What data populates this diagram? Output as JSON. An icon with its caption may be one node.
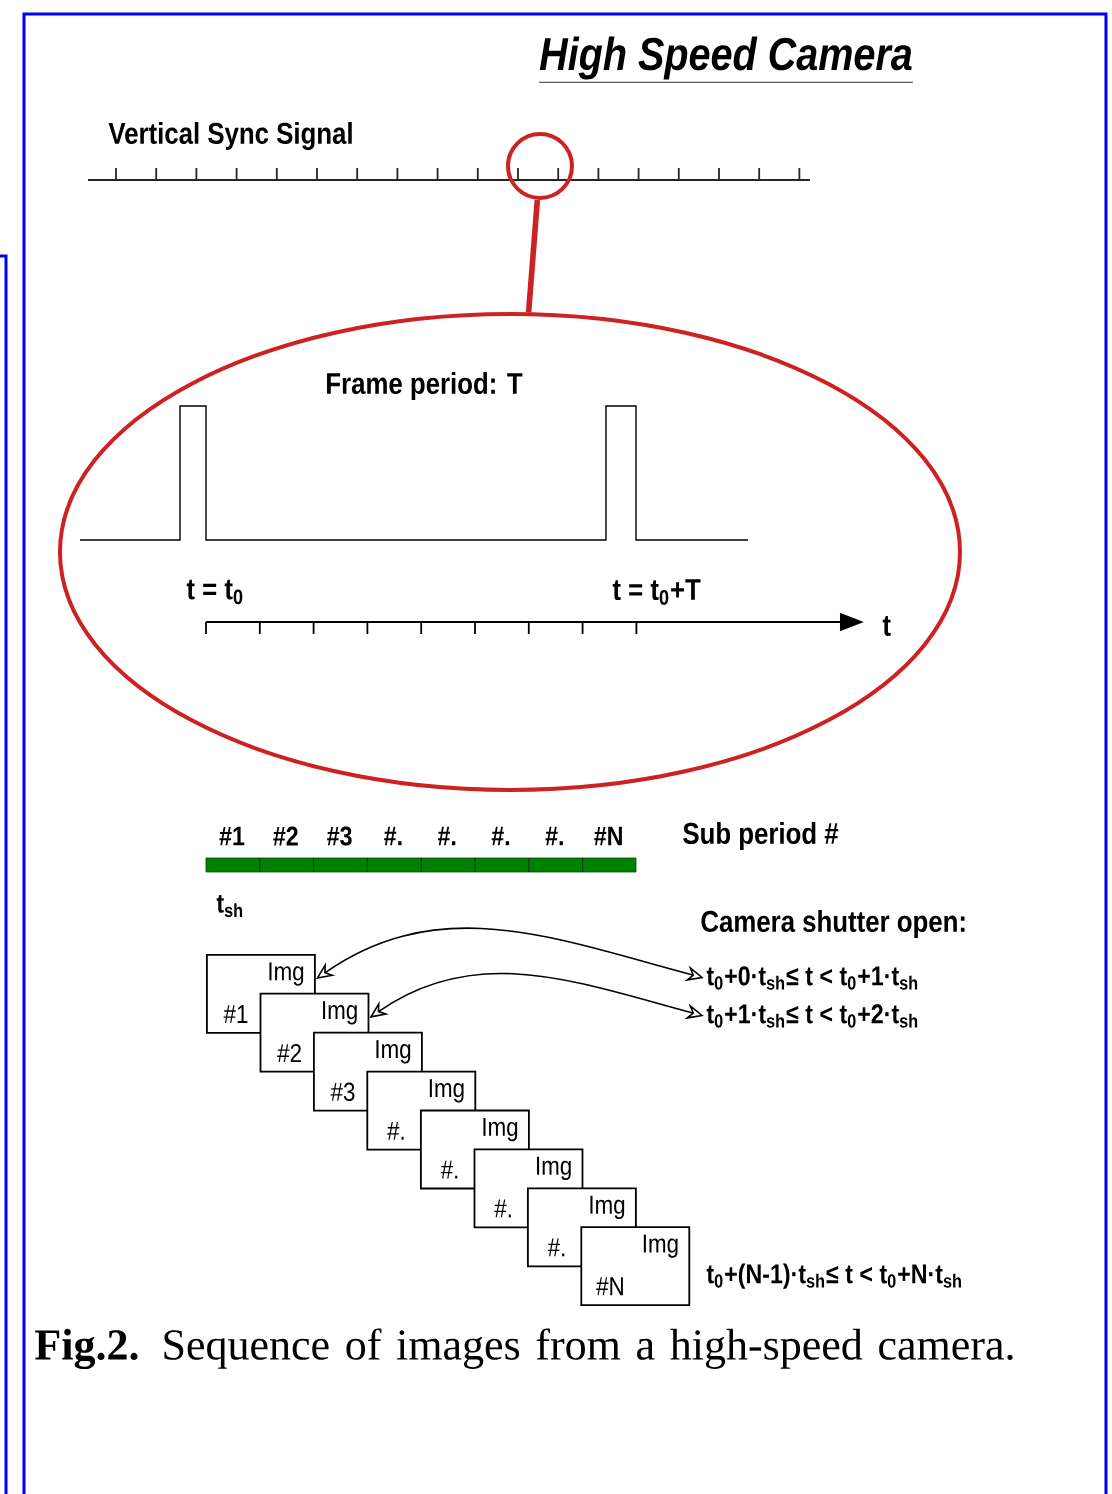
{
  "diagram": {
    "title": "High Speed Camera",
    "caption": "**Fig.2.** Sequence of images from a high-speed camera.",
    "nodes": [
      {
        "text": [],
        "shape": "circle"
      },
      {
        "text": [
          "Frame period: T",
          "t = t$_{0}$",
          "t = t$_{0}$+T",
          "t"
        ]
      },
      {
        "text": [
          "Img",
          "#1"
        ]
      },
      {
        "text": [
          "Img",
          "#2"
        ]
      },
      {
        "text": [
          "Img",
          "#3"
        ]
      },
      {
        "text": [
          "Img",
          "#."
        ]
      },
      {
        "text": [
          "Img",
          "#."
        ]
      },
      {
        "text": [
          "Img",
          "#."
        ]
      },
      {
        "text": [
          "Img",
          "#."
        ]
      },
      {
        "text": [
          "Img",
          "#N"
        ],
        "beside": [
          "t$_{0}$+(N-1)·t$_{sh}$≤ t < t$_{0}$+N·t$_{sh}$"
        ]
      },
      {
        "text": [
          "t$_{0}$+0·t$_{sh}$≤ t < t$_{0}$+1·t$_{sh}$"
        ]
      },
      {
        "text": [
          "t$_{0}$+1·t$_{sh}$≤ t < t$_{0}$+2·t$_{sh}$"
        ]
      }
    ],
    "edges": [
      {
        "from": 0,
        "to": 1,
        "arrow": "none",
        "style": "thick",
        "color": "#cc2222"
      },
      {
        "from": 2,
        "to": 10,
        "arrow": "both"
      },
      {
        "from": 3,
        "to": 11,
        "arrow": "both"
      }
    ],
    "labels": [
      "Vertical Sync Signal",
      "#1",
      "#2",
      "#3",
      "#.",
      "#.",
      "#.",
      "#.",
      "#N",
      "Sub period #",
      "t$_{sh}$",
      "Camera shutter open:"
    ]
  }
}
